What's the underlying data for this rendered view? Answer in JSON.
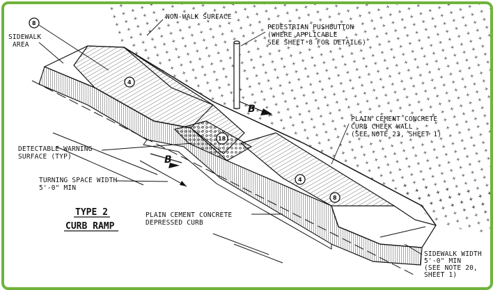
{
  "labels": {
    "non_walk": "NON-WALK SURFACE",
    "sidewalk_area_1": "SIDEWALK",
    "sidewalk_area_2": "AREA",
    "pushbutton_1": "PEDESTRIAN PUSHBUTTON",
    "pushbutton_2": "(WHERE APPLICABLE",
    "pushbutton_3": "SEE SHEET 8 FOR DETAILS)",
    "cheek_1": "PLAIN CEMENT CONCRETE",
    "cheek_2": "CURB CHEEK WALL",
    "cheek_3": "(SEE NOTE 23, SHEET 1)",
    "warning_1": "DETECTABLE WARNING",
    "warning_2": "SURFACE (TYP)",
    "turning_1": "TURNING SPACE WIDTH",
    "turning_2": "5'-0\" MIN",
    "depressed_1": "PLAIN CEMENT CONCRETE",
    "depressed_2": "DEPRESSED CURB",
    "sidewalk_width_1": "SIDEWALK WIDTH",
    "sidewalk_width_2": "5'-0\" MIN",
    "sidewalk_width_3": "(SEE NOTE 20,",
    "sidewalk_width_4": "SHEET 1)"
  },
  "title": {
    "line1": "TYPE 2",
    "line2": "CURB RAMP"
  },
  "callouts": {
    "c8_top": "8",
    "c4_left": "4",
    "c18": "18",
    "c4_right": "4",
    "c8_right": "8"
  },
  "section_marks": {
    "b_top": "B",
    "b_bottom": "B"
  },
  "colors": {
    "frame": "#6fb33c",
    "line": "#111111"
  }
}
